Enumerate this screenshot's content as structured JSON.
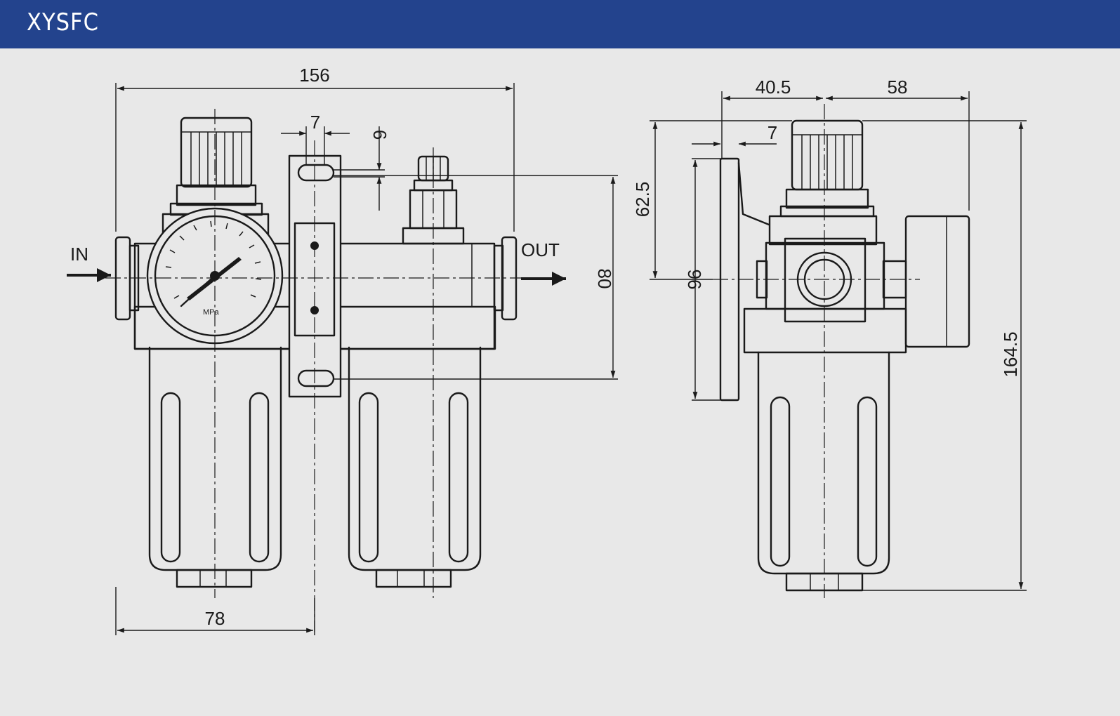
{
  "header": {
    "title": "XYSFC"
  },
  "diagram": {
    "labels": {
      "inlet": "IN",
      "outlet": "OUT",
      "gauge_unit": "MPa"
    },
    "dimensions": {
      "overall_width": "156",
      "bracket_hole_width": "7",
      "bracket_hole_height": "6",
      "half_width": "78",
      "port_spacing": "80",
      "side_left_depth": "40.5",
      "side_right_depth": "58",
      "side_bracket_offset": "7",
      "top_to_port": "62.5",
      "bracket_height": "96",
      "overall_height": "164.5"
    }
  },
  "colors": {
    "header_bg": "#23438d",
    "background": "#e8e8e8",
    "line": "#1a1a1a"
  }
}
